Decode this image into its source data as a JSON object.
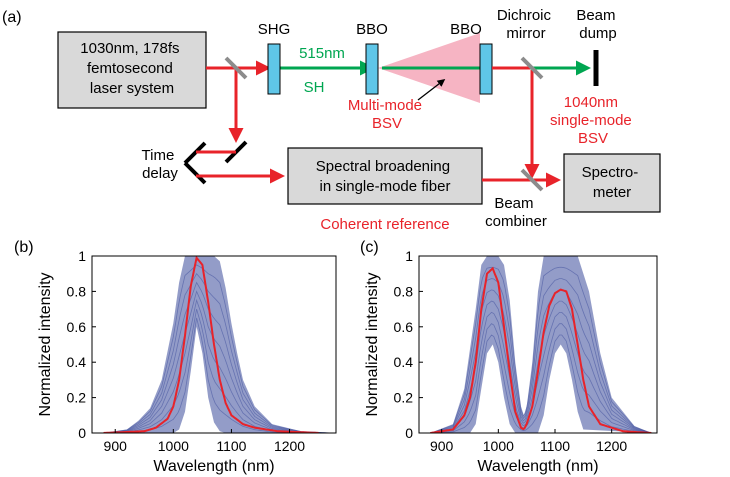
{
  "panel_labels": {
    "a": "(a)",
    "b": "(b)",
    "c": "(c)"
  },
  "colors": {
    "red_beam": "#e8232a",
    "green_beam": "#00a651",
    "crystal": "#5fc6e8",
    "box_fill": "#d9d9d9",
    "bsv_cone": "#f4a7b9",
    "trace_band": "#3a4a9a",
    "mean_line": "#e8232a"
  },
  "diagram": {
    "laser_lines": [
      "1030nm, 178fs",
      "femtosecond",
      "laser system"
    ],
    "shg": "SHG",
    "bbo1": "BBO",
    "bbo2": "BBO",
    "dichroic_lines": [
      "Dichroic",
      "mirror"
    ],
    "beam_dump_lines": [
      "Beam",
      "dump"
    ],
    "wavelength_515": "515nm",
    "sh": "SH",
    "multimode_lines": [
      "Multi-mode",
      "BSV"
    ],
    "singlemode_lines": [
      "1040nm",
      "single-mode",
      "BSV"
    ],
    "time_delay_lines": [
      "Time",
      "delay"
    ],
    "broadening_lines": [
      "Spectral broadening",
      "in single-mode fiber"
    ],
    "coherent_reference": "Coherent reference",
    "combiner_lines": [
      "Beam",
      "combiner"
    ],
    "spectrometer_lines": [
      "Spectro-",
      "meter"
    ]
  },
  "chart_data": [
    {
      "type": "line",
      "panel": "(b)",
      "xlabel": "Wavelength (nm)",
      "ylabel": "Normalized intensity",
      "xlim": [
        860,
        1280
      ],
      "ylim": [
        0,
        1
      ],
      "xticks": [
        900,
        1000,
        1100,
        1200
      ],
      "yticks": [
        0,
        0.2,
        0.4,
        0.6,
        0.8,
        1
      ],
      "ytick_labels": [
        "0",
        "0.2",
        "0.4",
        "0.6",
        "0.8",
        "1"
      ],
      "mean_curve": {
        "x": [
          880,
          950,
          970,
          990,
          1000,
          1010,
          1020,
          1030,
          1040,
          1050,
          1060,
          1070,
          1080,
          1090,
          1100,
          1120,
          1140,
          1180,
          1250
        ],
        "y": [
          0,
          0.01,
          0.03,
          0.08,
          0.15,
          0.3,
          0.55,
          0.83,
          0.99,
          0.95,
          0.74,
          0.5,
          0.3,
          0.17,
          0.1,
          0.05,
          0.03,
          0.01,
          0
        ]
      },
      "band_upper": {
        "x": [
          880,
          920,
          940,
          960,
          980,
          1000,
          1010,
          1020,
          1030,
          1040,
          1050,
          1060,
          1070,
          1080,
          1090,
          1100,
          1110,
          1120,
          1140,
          1170,
          1220,
          1270
        ],
        "y": [
          0,
          0.02,
          0.07,
          0.14,
          0.3,
          0.62,
          0.85,
          1,
          1,
          1,
          1,
          1,
          1,
          0.97,
          0.82,
          0.62,
          0.45,
          0.3,
          0.15,
          0.05,
          0.01,
          0
        ]
      },
      "band_lower": {
        "x": [
          880,
          1000,
          1010,
          1020,
          1030,
          1040,
          1050,
          1060,
          1070,
          1080,
          1090,
          1270
        ],
        "y": [
          0,
          0,
          0.02,
          0.12,
          0.35,
          0.6,
          0.45,
          0.2,
          0.06,
          0.01,
          0,
          0
        ]
      }
    },
    {
      "type": "line",
      "panel": "(c)",
      "xlabel": "Wavelength (nm)",
      "ylabel": "Normalized intensity",
      "xlim": [
        860,
        1280
      ],
      "ylim": [
        0,
        1
      ],
      "xticks": [
        900,
        1000,
        1100,
        1200
      ],
      "yticks": [
        0,
        0.2,
        0.4,
        0.6,
        0.8,
        1
      ],
      "ytick_labels": [
        "0",
        "0.2",
        "0.4",
        "0.6",
        "0.8",
        "1"
      ],
      "mean_curve": {
        "x": [
          880,
          920,
          940,
          950,
          960,
          970,
          980,
          990,
          1000,
          1010,
          1020,
          1030,
          1040,
          1045,
          1050,
          1060,
          1070,
          1080,
          1090,
          1100,
          1110,
          1120,
          1130,
          1140,
          1150,
          1160,
          1180,
          1220,
          1270
        ],
        "y": [
          0,
          0.02,
          0.1,
          0.2,
          0.4,
          0.7,
          0.9,
          0.93,
          0.85,
          0.6,
          0.35,
          0.12,
          0.03,
          0.02,
          0.05,
          0.15,
          0.35,
          0.57,
          0.72,
          0.79,
          0.81,
          0.8,
          0.7,
          0.5,
          0.3,
          0.15,
          0.05,
          0.01,
          0
        ]
      },
      "band_upper": {
        "x": [
          880,
          920,
          940,
          960,
          970,
          980,
          1000,
          1010,
          1020,
          1030,
          1040,
          1045,
          1050,
          1060,
          1070,
          1080,
          1090,
          1100,
          1120,
          1140,
          1160,
          1180,
          1200,
          1240,
          1270
        ],
        "y": [
          0,
          0.05,
          0.25,
          0.7,
          0.95,
          1,
          1,
          0.95,
          0.75,
          0.4,
          0.15,
          0.1,
          0.15,
          0.4,
          0.8,
          1,
          1,
          1,
          1,
          1,
          0.8,
          0.45,
          0.2,
          0.04,
          0
        ]
      },
      "band_lower": {
        "x": [
          880,
          950,
          960,
          970,
          980,
          990,
          1000,
          1010,
          1020,
          1030,
          1070,
          1080,
          1090,
          1100,
          1110,
          1120,
          1130,
          1140,
          1150,
          1270
        ],
        "y": [
          0,
          0,
          0.05,
          0.25,
          0.45,
          0.5,
          0.4,
          0.2,
          0.05,
          0,
          0,
          0.1,
          0.3,
          0.45,
          0.5,
          0.45,
          0.3,
          0.12,
          0.02,
          0
        ]
      }
    }
  ]
}
